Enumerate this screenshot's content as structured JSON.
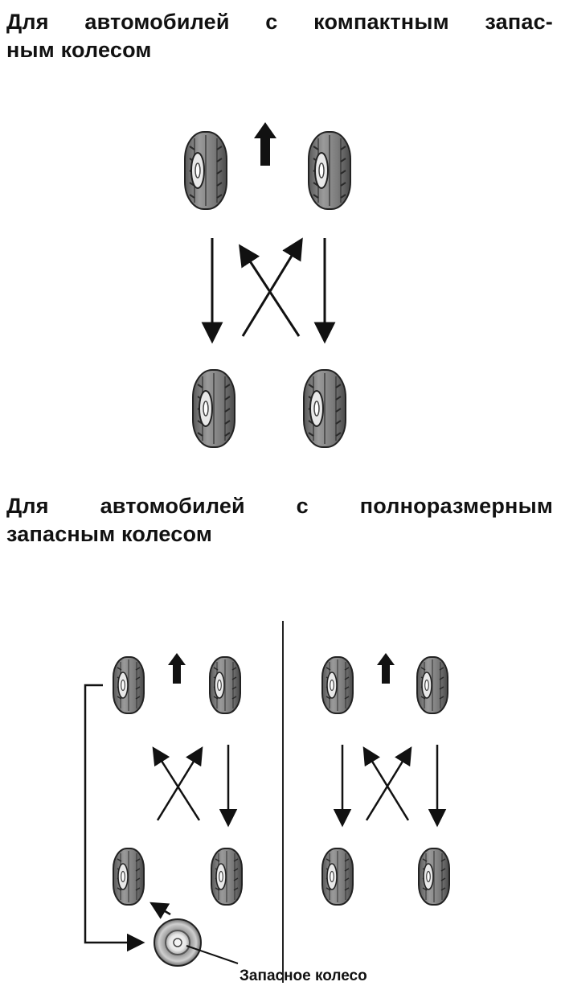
{
  "section_compact": {
    "title_line1": "Для автомобилей с компактным запас-",
    "title_line2": "ным колесом"
  },
  "section_full": {
    "title_line1": "Для автомобилей с полноразмерным",
    "title_line2": "запасным колесом",
    "spare_label": "Запасное колесо"
  },
  "icons": {
    "tire": "tire-icon",
    "spare_tire": "spare-tire-icon",
    "forward": "forward-arrow-icon"
  },
  "colors": {
    "ink": "#111111",
    "tire_tread": "#8a8a8a",
    "tire_dark": "#3a3a3a",
    "hub": "#e8e8e8"
  }
}
